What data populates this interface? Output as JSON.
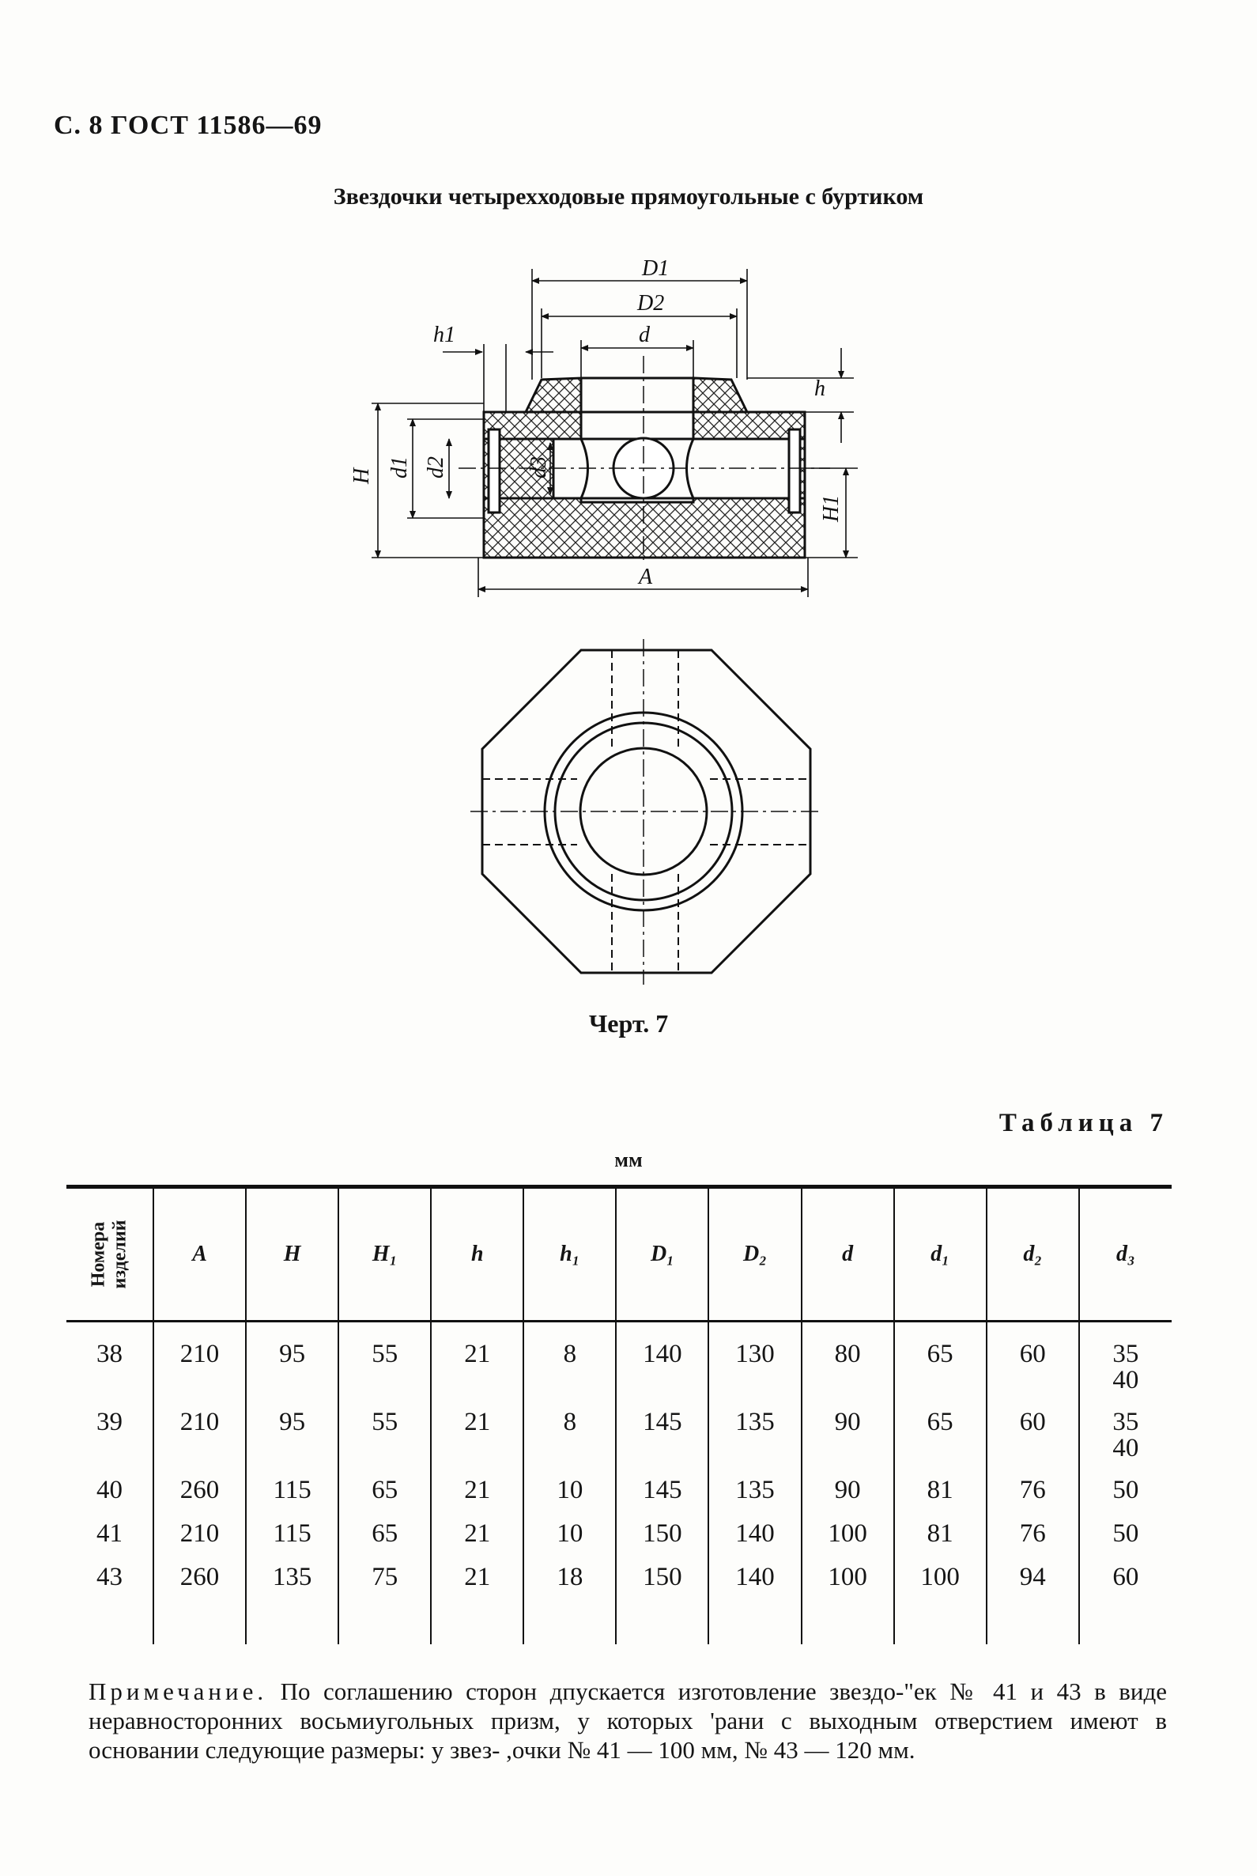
{
  "header": "С. 8 ГОСТ 11586—69",
  "drawing_title": "Звездочки четырехходовые прямоугольные с буртиком",
  "drawing_labels": {
    "D1": "D1",
    "D2": "D2",
    "d": "d",
    "h1": "h1",
    "h": "h",
    "H": "H",
    "d1": "d1",
    "d2": "d2",
    "d3": "d3",
    "H1": "H1",
    "A": "A"
  },
  "figure_caption": "Черт. 7",
  "table_caption": "Таблица 7",
  "table_units": "мм",
  "table": {
    "first_header": "Номера\nизделий",
    "headers": [
      "A",
      "H",
      "H₁",
      "h",
      "h₁",
      "D₁",
      "D₂",
      "d",
      "d₁",
      "d₂",
      "d₃"
    ],
    "rows": [
      [
        "38",
        "210",
        "95",
        "55",
        "21",
        "8",
        "140",
        "130",
        "80",
        "65",
        "60",
        "35\n40"
      ],
      [
        "39",
        "210",
        "95",
        "55",
        "21",
        "8",
        "145",
        "135",
        "90",
        "65",
        "60",
        "35\n40"
      ],
      [
        "40",
        "260",
        "115",
        "65",
        "21",
        "10",
        "145",
        "135",
        "90",
        "81",
        "76",
        "50"
      ],
      [
        "41",
        "210",
        "115",
        "65",
        "21",
        "10",
        "150",
        "140",
        "100",
        "81",
        "76",
        "50"
      ],
      [
        "43",
        "260",
        "135",
        "75",
        "21",
        "18",
        "150",
        "140",
        "100",
        "100",
        "94",
        "60"
      ]
    ]
  },
  "note": {
    "label": "Примечание.",
    "text": "По соглашению сторон дпускается изготовление звездо-\"ек № 41 и 43 в виде неравносторонних восьмиугольных призм, у которых 'рани с выходным отверстием имеют в основании следующие размеры: у звез- ,очки № 41 — 100 мм, № 43 — 120 мм."
  }
}
